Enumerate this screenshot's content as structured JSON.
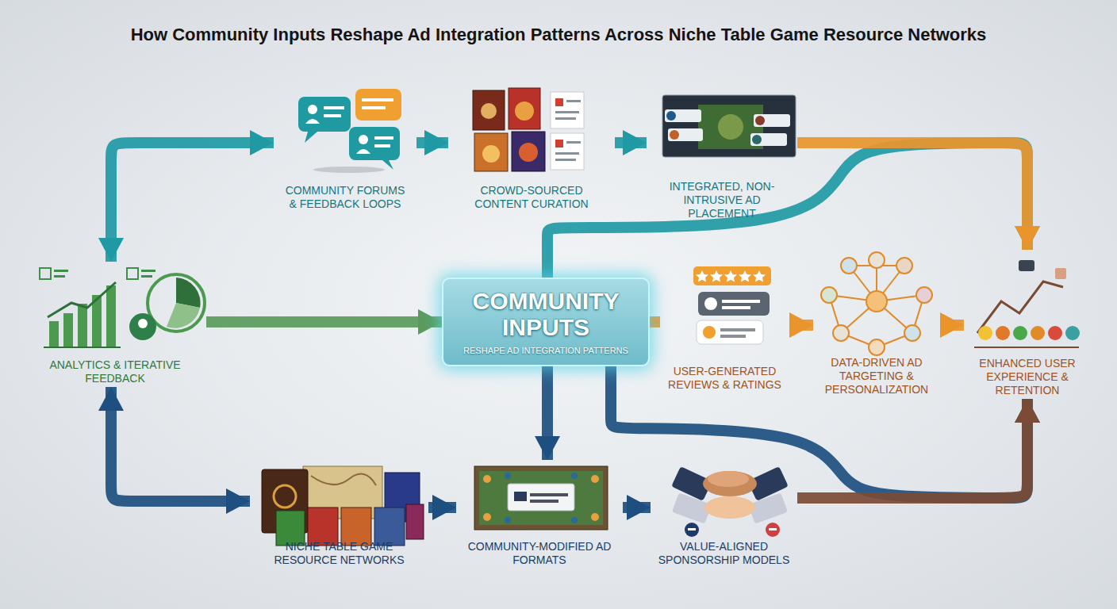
{
  "diagram": {
    "title": "How Community Inputs Reshape Ad Integration Patterns Across Niche Table Game Resource Networks",
    "nodes": [
      {
        "text": [
          "COMMUNITY FORUMS & FEEDBACK LOOPS"
        ]
      },
      {
        "text": [
          "CROWD-SOURCED CONTENT CURATION"
        ]
      },
      {
        "text": [
          "INTEGRATED, NON-INTRUSIVE AD PLACEMENT"
        ]
      },
      {
        "text": [
          "ANALYTICS & ITERATIVE FEEDBACK"
        ]
      },
      {
        "text": [
          "COMMUNITY INPUTS",
          "RESHAPE AD INTEGRATION PATTERNS"
        ]
      },
      {
        "text": [
          "USER-GENERATED REVIEWS & RATINGS"
        ]
      },
      {
        "text": [
          "DATA-DRIVEN AD TARGETING & PERSONALIZATION"
        ]
      },
      {
        "text": [
          "ENHANCED USER EXPERIENCE & RETENTION"
        ]
      },
      {
        "text": [
          "NICHE TABLE GAME RESOURCE NETWORKS"
        ]
      },
      {
        "text": [
          "COMMUNITY-MODIFIED AD FORMATS"
        ]
      },
      {
        "text": [
          "VALUE-ALIGNED SPONSORSHIP MODELS"
        ]
      }
    ],
    "edges": [
      {
        "from": 4,
        "to": 7,
        "arrow": "to"
      },
      {
        "from": 4,
        "to": 7,
        "arrow": "to"
      },
      {
        "from": 3,
        "to": 0,
        "arrow": "both"
      },
      {
        "from": 0,
        "to": 1,
        "arrow": "to"
      },
      {
        "from": 1,
        "to": 2,
        "arrow": "to"
      },
      {
        "from": 2,
        "to": 7,
        "arrow": "to"
      },
      {
        "from": 3,
        "to": 4,
        "arrow": "to"
      },
      {
        "from": 4,
        "to": 5,
        "arrow": "to"
      },
      {
        "from": 5,
        "to": 6,
        "arrow": "to"
      },
      {
        "from": 6,
        "to": 7,
        "arrow": "to"
      },
      {
        "from": 4,
        "to": 9,
        "arrow": "to"
      },
      {
        "from": 3,
        "to": 8,
        "arrow": "both"
      },
      {
        "from": 8,
        "to": 9,
        "arrow": "to"
      },
      {
        "from": 9,
        "to": 10,
        "arrow": "to"
      },
      {
        "from": 10,
        "to": 7,
        "arrow": "to"
      }
    ]
  }
}
